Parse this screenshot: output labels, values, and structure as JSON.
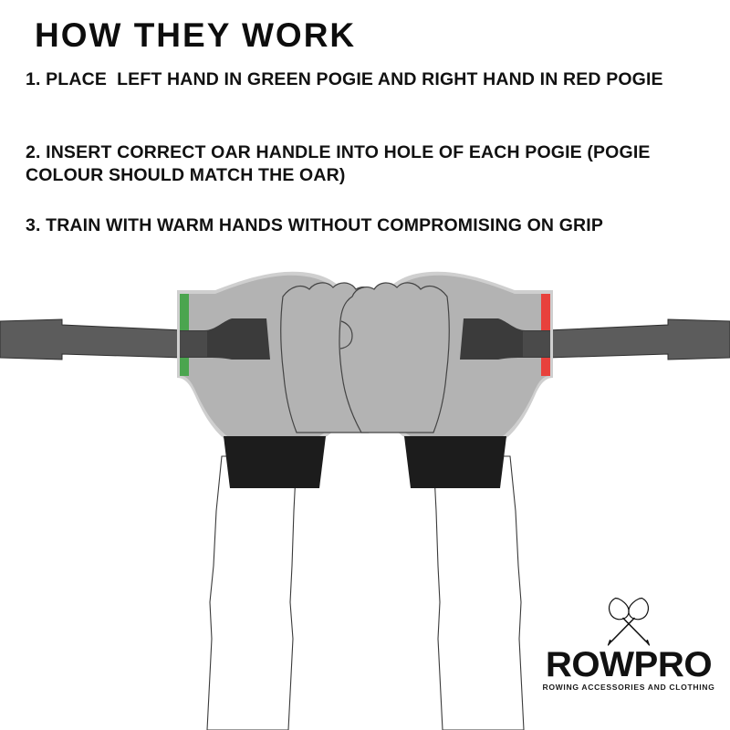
{
  "page": {
    "background_color": "#ffffff",
    "headline": "HOW THEY WORK"
  },
  "instructions": {
    "steps": [
      {
        "number": "1.",
        "text": "1. PLACE  LEFT HAND IN GREEN POGIE AND RIGHT HAND IN RED POGIE"
      },
      {
        "number": "2.",
        "text": "2. INSERT CORRECT OAR HANDLE INTO HOLE OF EACH POGIE (POGIE COLOUR SHOULD MATCH THE OAR)"
      },
      {
        "number": "3.",
        "text": "3. TRAIN WITH WARM HANDS WITHOUT COMPROMISING ON GRIP"
      }
    ]
  },
  "illustration": {
    "description": "Two pogies on oar handles with fists inside, left pogie green-trimmed, right pogie red-trimmed",
    "left_pogie": {
      "label": "left-pogie",
      "hand": "left",
      "trim_color": "#4ba54f",
      "mitten_color": "#b3b3b3",
      "mitten_outline_color": "#cfcfcf",
      "cuff_color": "#1c1c1c",
      "fist_outline_color": "#444444"
    },
    "right_pogie": {
      "label": "right-pogie",
      "hand": "right",
      "trim_color": "#e8413c",
      "mitten_color": "#b3b3b3",
      "mitten_outline_color": "#cfcfcf",
      "cuff_color": "#1c1c1c",
      "fist_outline_color": "#444444"
    },
    "oar": {
      "shaft_color": "#5c5c5c",
      "grip_color": "#3b3b3b",
      "outline_color": "#2e2e2e"
    },
    "forearm": {
      "fill_color": "#ffffff",
      "outline_color": "#3a3a3a"
    }
  },
  "logo": {
    "wordmark": "ROWPRO",
    "tagline": "ROWING ACCESSORIES AND CLOTHING",
    "icon": "crossed-oars-icon",
    "color": "#111111"
  }
}
